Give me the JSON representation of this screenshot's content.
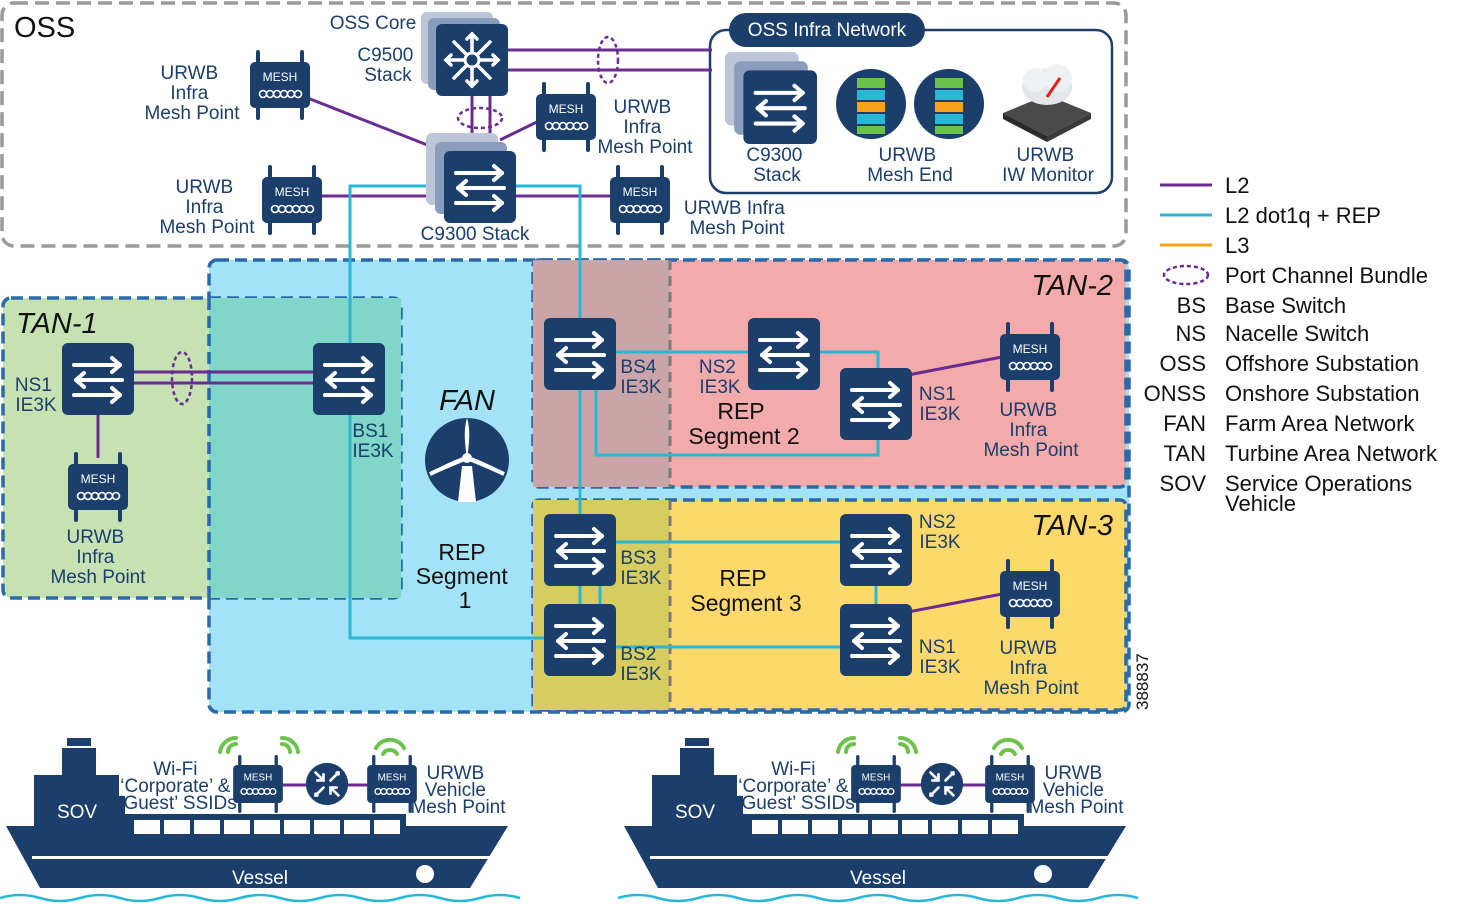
{
  "zones": {
    "oss": "OSS",
    "oss_infra_network": "OSS Infra Network",
    "tan1": "TAN-1",
    "tan2": "TAN-2",
    "tan3": "TAN-3",
    "fan": "FAN"
  },
  "oss": {
    "core_label": "OSS Core",
    "c9500": [
      "C9500",
      "Stack"
    ],
    "c9300_stack": "C9300 Stack",
    "mesh_left_top": [
      "URWB",
      "Infra",
      "Mesh Point"
    ],
    "mesh_center": [
      "URWB",
      "Infra",
      "Mesh Point"
    ],
    "mesh_left_bottom": [
      "URWB",
      "Infra",
      "Mesh Point"
    ],
    "mesh_right": [
      "URWB Infra",
      "Mesh Point"
    ]
  },
  "infra": {
    "c9300": [
      "C9300",
      "Stack"
    ],
    "mesh_end": [
      "URWB",
      "Mesh End"
    ],
    "iw_monitor": [
      "URWB",
      "IW Monitor"
    ]
  },
  "mesh_badge": "MESH",
  "tan1": {
    "ns1": [
      "NS1",
      "IE3K"
    ],
    "mesh": [
      "URWB",
      "Infra",
      "Mesh Point"
    ]
  },
  "fan": {
    "bs1": [
      "BS1",
      "IE3K"
    ],
    "rep": [
      "REP",
      "Segment",
      "1"
    ]
  },
  "tan2": {
    "bs4": [
      "BS4",
      "IE3K"
    ],
    "ns2": [
      "NS2",
      "IE3K"
    ],
    "ns1": [
      "NS1",
      "IE3K"
    ],
    "rep": [
      "REP",
      "Segment 2"
    ],
    "mesh": [
      "URWB",
      "Infra",
      "Mesh Point"
    ]
  },
  "tan3": {
    "bs3": [
      "BS3",
      "IE3K"
    ],
    "bs2": [
      "BS2",
      "IE3K"
    ],
    "ns2": [
      "NS2",
      "IE3K"
    ],
    "ns1": [
      "NS1",
      "IE3K"
    ],
    "rep": [
      "REP",
      "Segment 3"
    ],
    "mesh": [
      "URWB",
      "Infra",
      "Mesh Point"
    ]
  },
  "figure_id": "388837",
  "legend": [
    {
      "key": "",
      "label": "L2",
      "kind": "line",
      "color": "#6a2c91"
    },
    {
      "key": "",
      "label": "L2 dot1q + REP",
      "kind": "line",
      "color": "#29b7d3"
    },
    {
      "key": "",
      "label": "L3",
      "kind": "line",
      "color": "#f5a31a"
    },
    {
      "key": "",
      "label": "Port Channel Bundle",
      "kind": "ellipse",
      "color": "#6a2c91"
    },
    {
      "key": "BS",
      "label": "Base Switch",
      "kind": "abbr"
    },
    {
      "key": "NS",
      "label": "Nacelle Switch",
      "kind": "abbr"
    },
    {
      "key": "OSS",
      "label": "Offshore Substation",
      "kind": "abbr"
    },
    {
      "key": "ONSS",
      "label": "Onshore Substation",
      "kind": "abbr"
    },
    {
      "key": "FAN",
      "label": "Farm Area Network",
      "kind": "abbr"
    },
    {
      "key": "TAN",
      "label": "Turbine Area Network",
      "kind": "abbr"
    },
    {
      "key": "SOV",
      "label": "Service Operations",
      "kind": "abbr",
      "label2": "Vehicle"
    }
  ],
  "vessels": [
    {
      "sov": "SOV",
      "name": "Vessel",
      "wifi": [
        "Wi-Fi",
        "‘Corporate’ &",
        "‘Guest’ SSIDs"
      ],
      "mesh": [
        "URWB",
        "Vehicle",
        "Mesh Point"
      ]
    },
    {
      "sov": "SOV",
      "name": "Vessel",
      "wifi": [
        "Wi-Fi",
        "‘Corporate’ &",
        "‘Guest’ SSIDs"
      ],
      "mesh": [
        "URWB",
        "Vehicle",
        "Mesh Point"
      ]
    }
  ],
  "colors": {
    "navy": "#1b3e6b",
    "purple": "#6a2c91",
    "cyan": "#29b7d3",
    "orange": "#f5a31a",
    "fan_fill": "#a4e3f7",
    "tan1_fill": "#c6e2b3",
    "tan2_fill": "#f2aaaa",
    "tan3_fill": "#fdd96c",
    "wifi_green": "#6cc24a"
  }
}
